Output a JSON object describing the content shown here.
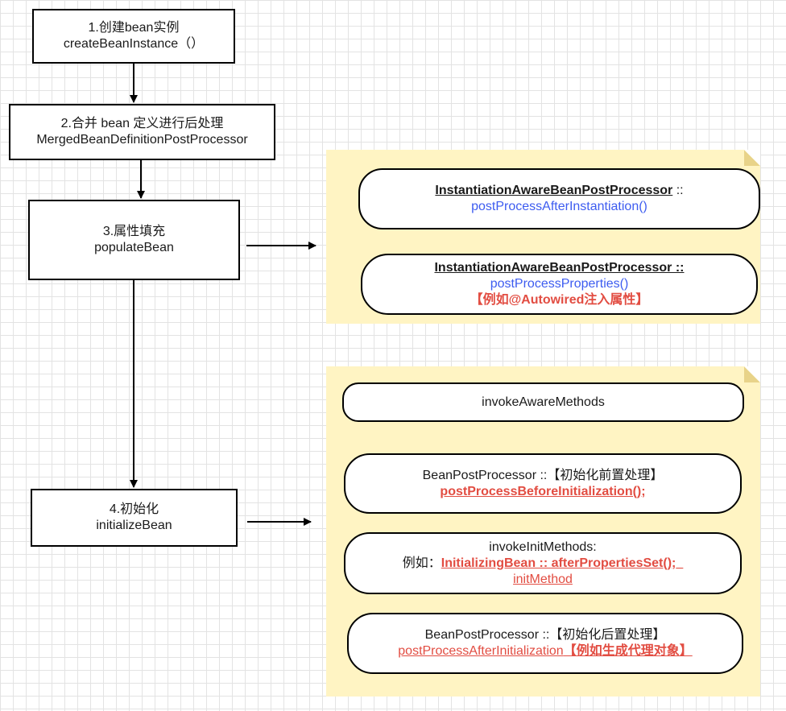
{
  "steps": {
    "s1": {
      "line1": "1.创建bean实例",
      "line2": "createBeanInstance（）"
    },
    "s2": {
      "line1": "2.合并 bean 定义进行后处理",
      "line2": "MergedBeanDefinitionPostProcessor"
    },
    "s3": {
      "line1": "3.属性填充",
      "line2": "populateBean"
    },
    "s4": {
      "line1": "4.初始化",
      "line2": "initializeBean"
    }
  },
  "populate_note": {
    "p1": {
      "class": "InstantiationAwareBeanPostProcessor",
      "sep": " ::",
      "method": "postProcessAfterInstantiation()"
    },
    "p2": {
      "class": "InstantiationAwareBeanPostProcessor ::",
      "method": "postProcessProperties()",
      "note": "【例如@Autowired注入属性】"
    }
  },
  "init_note": {
    "i1": {
      "text": "invokeAwareMethods"
    },
    "i2": {
      "line1": "BeanPostProcessor ::【初始化前置处理】",
      "method": "postProcessBeforeInitialization();"
    },
    "i3": {
      "line1": "invokeInitMethods:",
      "prefix": "例如：",
      "method": "InitializingBean :: afterPropertiesSet();_",
      "line3": "initMethod"
    },
    "i4": {
      "line1": "BeanPostProcessor ::【初始化后置处理】",
      "method": "postProcessAfterInitialization",
      "note": "【例如生成代理对象】"
    }
  },
  "colors": {
    "note_fill": "#fff4c3",
    "method_blue": "#3d5cf0",
    "highlight_red": "#e24d42"
  }
}
